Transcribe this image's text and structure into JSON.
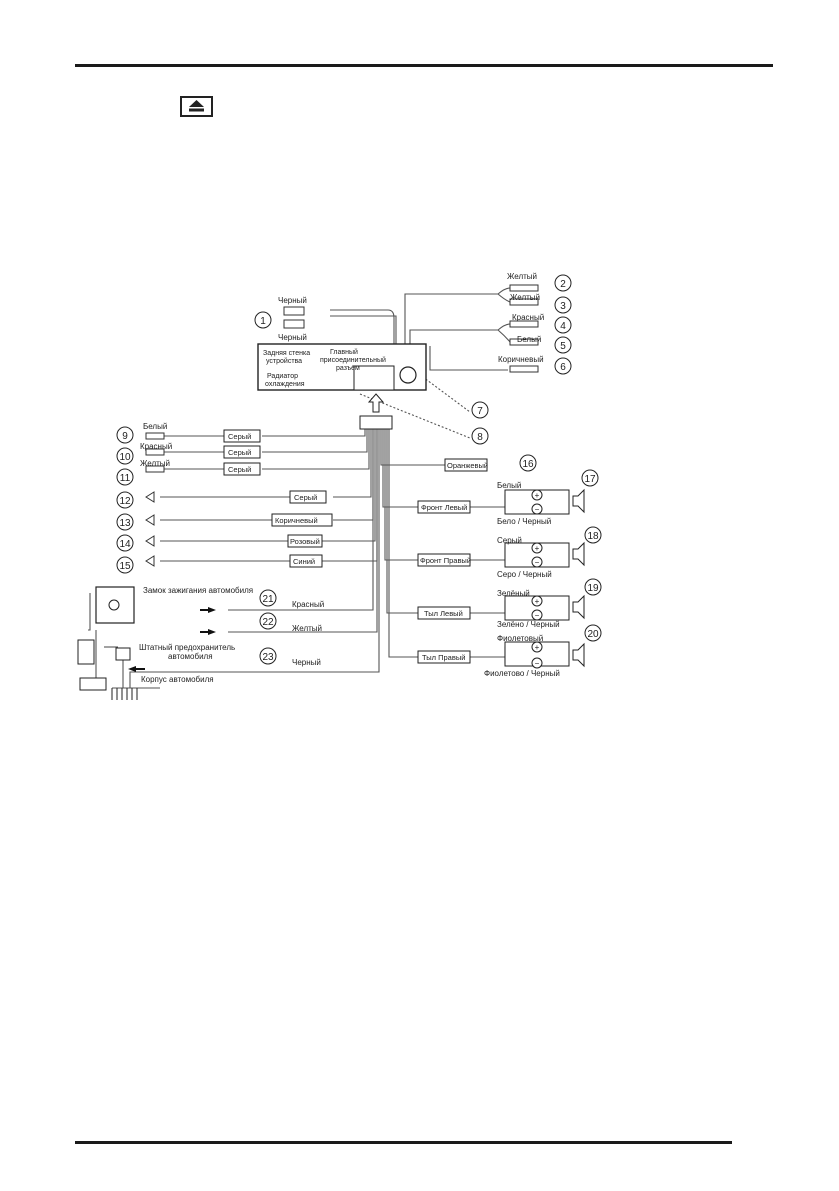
{
  "diagram": {
    "head_unit": {
      "rear_panel": [
        "Задняя стенка",
        "устройства"
      ],
      "main_connector": [
        "Главный",
        "присоединительный",
        "разъём"
      ],
      "heatsink": [
        "Радиатор",
        "охлаждения"
      ]
    },
    "numbers": {
      "n1": "1",
      "n2": "2",
      "n3": "3",
      "n4": "4",
      "n5": "5",
      "n6": "6",
      "n7": "7",
      "n8": "8",
      "n9": "9",
      "n10": "10",
      "n11": "11",
      "n12": "12",
      "n13": "13",
      "n14": "14",
      "n15": "15",
      "n16": "16",
      "n17": "17",
      "n18": "18",
      "n19": "19",
      "n20": "20",
      "n21": "21",
      "n22": "22",
      "n23": "23"
    },
    "rca_labels": {
      "black_a": "Черный",
      "black_b": "Черный",
      "yellow_a": "Желтый",
      "yellow_b": "Желтый",
      "red": "Красный",
      "white": "Белый",
      "brown": "Коричневый",
      "in_white": "Белый",
      "in_red": "Красный",
      "in_yellow": "Желтый"
    },
    "wire_boxes": {
      "grey9": "Серый",
      "grey10": "Серый",
      "grey11": "Серый",
      "grey12": "Серый",
      "brown13": "Коричневый",
      "pink14": "Розовый",
      "blue15": "Синий",
      "orange16": "Оранжевый"
    },
    "speakers": {
      "front_left": "Фронт Левый",
      "front_right": "Фронт Правый",
      "rear_left": "Тыл Левый",
      "rear_right": "Тыл Правый",
      "fl_pos": "Белый",
      "fl_neg": "Бело / Черный",
      "fr_pos": "Серый",
      "fr_neg": "Серо / Черный",
      "rl_pos": "Зелёный",
      "rl_neg": "Зелёно / Черный",
      "rr_pos": "Фиолетовый",
      "rr_neg": "Фиолетово / Черный",
      "plus": "+",
      "minus": "−"
    },
    "power": {
      "ignition": "Замок зажигания автомобиля",
      "fuse": [
        "Штатный предохранитель",
        "автомобиля"
      ],
      "ground": "Корпус автомобиля",
      "red": "Красный",
      "yellow": "Желтый",
      "black": "Черный"
    }
  }
}
